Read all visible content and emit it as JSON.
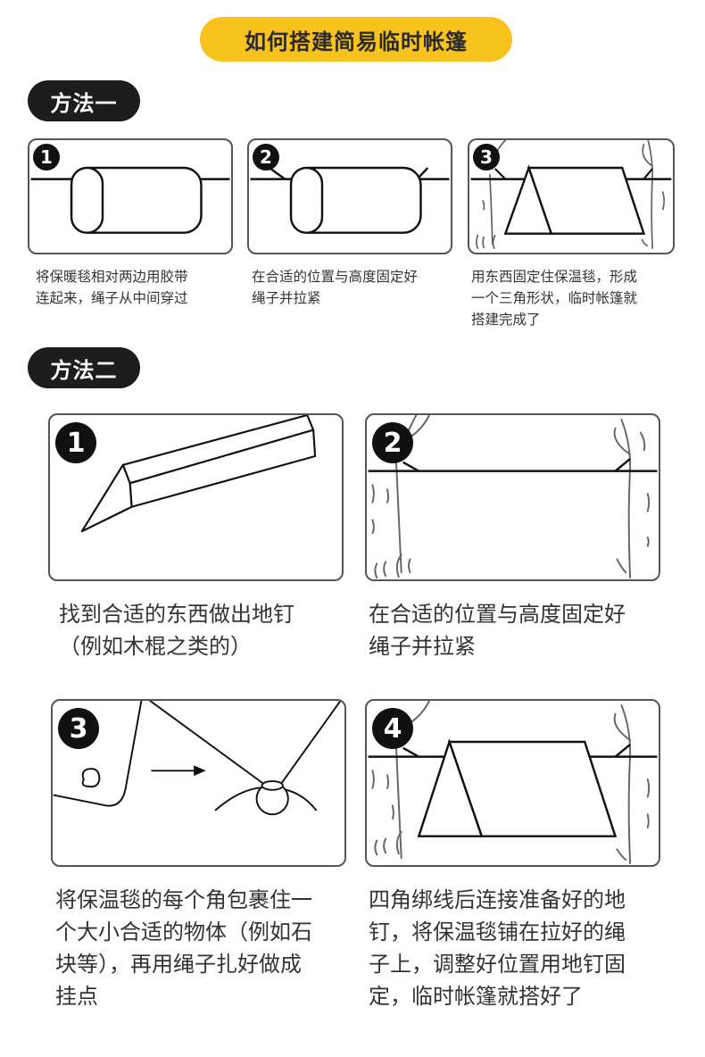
{
  "header": {
    "title": "如何搭建简易临时帐篷",
    "title_bg": "#f8c21d"
  },
  "method1": {
    "label": "方法一",
    "steps": [
      {
        "number": "1",
        "caption": "将保暖毯相对两边用胶带\n连起来，绳子从中间穿过",
        "illustration": "blanket-roll-on-rope"
      },
      {
        "number": "2",
        "caption": "在合适的位置与高度固定好\n绳子并拉紧",
        "illustration": "rope-tied-blanket-roll"
      },
      {
        "number": "3",
        "caption": "用东西固定住保温毯，形成\n一个三角形状，临时帐篷就\n搭建完成了",
        "illustration": "triangle-tent-between-trees"
      }
    ]
  },
  "method2": {
    "label": "方法二",
    "steps": [
      {
        "number": "1",
        "caption": "找到合适的东西做出地钉\n（例如木棍之类的）",
        "illustration": "wooden-stake"
      },
      {
        "number": "2",
        "caption": "在合适的位置与高度固定好\n绳子并拉紧",
        "illustration": "rope-between-trees"
      },
      {
        "number": "3",
        "caption": "将保温毯的每个角包裹住一\n个大小合适的物体（例如石\n块等），再用绳子扎好做成\n挂点",
        "illustration": "blanket-corner-wrapped-stone"
      },
      {
        "number": "4",
        "caption": "四角绑线后连接准备好的地\n钉，将保温毯铺在拉好的绳\n子上，调整好位置用地钉固\n定，临时帐篷就搭好了",
        "illustration": "finished-tent-between-trees"
      }
    ]
  }
}
